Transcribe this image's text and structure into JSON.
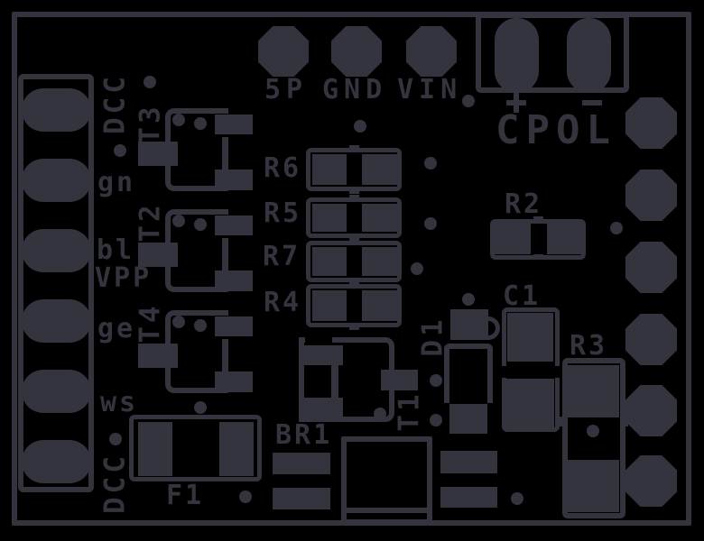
{
  "colors": {
    "background": "#000000",
    "copper": "#34343f"
  },
  "left_connector": {
    "top_label": "DCC",
    "bottom_label": "DCC",
    "vpp_label": "VPP",
    "pin_labels": [
      "gn",
      "bl",
      "ge",
      "ws"
    ],
    "pad_count": 6
  },
  "power_header": {
    "pin_labels": [
      "5P",
      "GND",
      "VIN"
    ]
  },
  "right_header": {
    "pad_count": 6
  },
  "cpol": {
    "ref": "CPOL",
    "polarity_plus": "+",
    "polarity_minus": "−"
  },
  "components": {
    "t1": "T1",
    "t2": "T2",
    "t3": "T3",
    "t4": "T4",
    "d1": "D1",
    "c1": "C1",
    "br1": "BR1",
    "f1": "F1",
    "r2": "R2",
    "r3": "R3",
    "r4": "R4",
    "r5": "R5",
    "r6": "R6",
    "r7": "R7"
  }
}
